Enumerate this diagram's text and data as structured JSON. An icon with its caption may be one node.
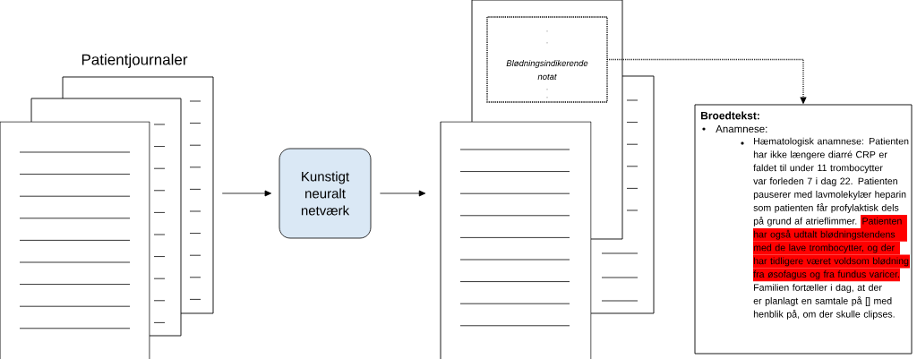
{
  "diagram": {
    "nodes": [
      {
        "text": [
          "Patientjournaler"
        ]
      },
      {
        "text": [
          "Kunstigt neuralt netværk"
        ]
      },
      {
        "text": [],
        "shape": "box"
      },
      {
        "text": [
          ".",
          ".",
          "Blødningsindikerende notat",
          ".",
          "."
        ],
        "in": 2
      },
      {
        "text": [
          "Broedtekst:",
          "Anamnese:",
          "Hæmatologisk anamnese: Patienten har ikke længere diarré CRP er faldet til under 11 trombocytter var forleden 7 i dag 22. Patienten pauserer med lavmolekylær heparin som patienten får profylaktisk dels på grund af atrieflimmer. Patienten har også udtalt blødningstendens med de lave trombocytter, og der har tidligere været voldsom blødning fra øsofagus og fra fundus varicer. Familien fortæller i dag, at der er planlagt en samtale på [] med henblik på, om der skulle clipses."
        ]
      }
    ],
    "edges": [
      {
        "from": 0,
        "to": 1,
        "arrow": "to"
      },
      {
        "from": 1,
        "to": 2,
        "arrow": "to"
      },
      {
        "from": 3,
        "to": 4,
        "arrow": "to",
        "style": "dashed"
      }
    ]
  }
}
